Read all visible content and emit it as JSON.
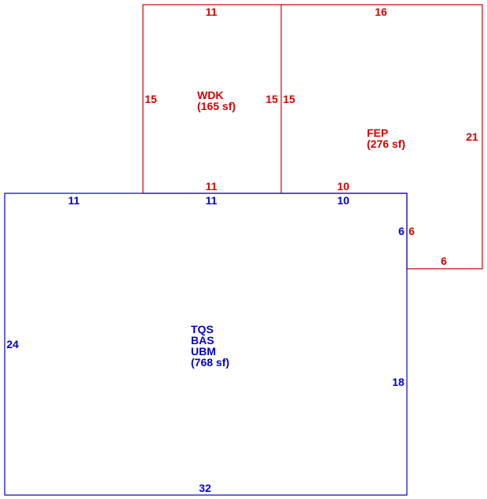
{
  "wdk": {
    "name": "WDK",
    "area": "(165 sf)",
    "dims": {
      "top": "11",
      "left": "15",
      "right": "15",
      "bottom": "11"
    },
    "color": "#d40000"
  },
  "fep": {
    "name": "FEP",
    "area": "(276 sf)",
    "dims": {
      "top": "16",
      "left": "15",
      "right": "21",
      "bottom": "10",
      "step_vertical": "6",
      "step_horizontal": "6"
    },
    "color": "#d40000"
  },
  "main": {
    "line1": "TQS",
    "line2": "BAS",
    "line3": "UBM",
    "area": "(768 sf)",
    "dims": {
      "top_left": "11",
      "top_mid": "11",
      "top_right": "10",
      "left": "24",
      "right_upper": "6",
      "right_lower": "18",
      "bottom": "32"
    },
    "color": "#0000c8"
  }
}
